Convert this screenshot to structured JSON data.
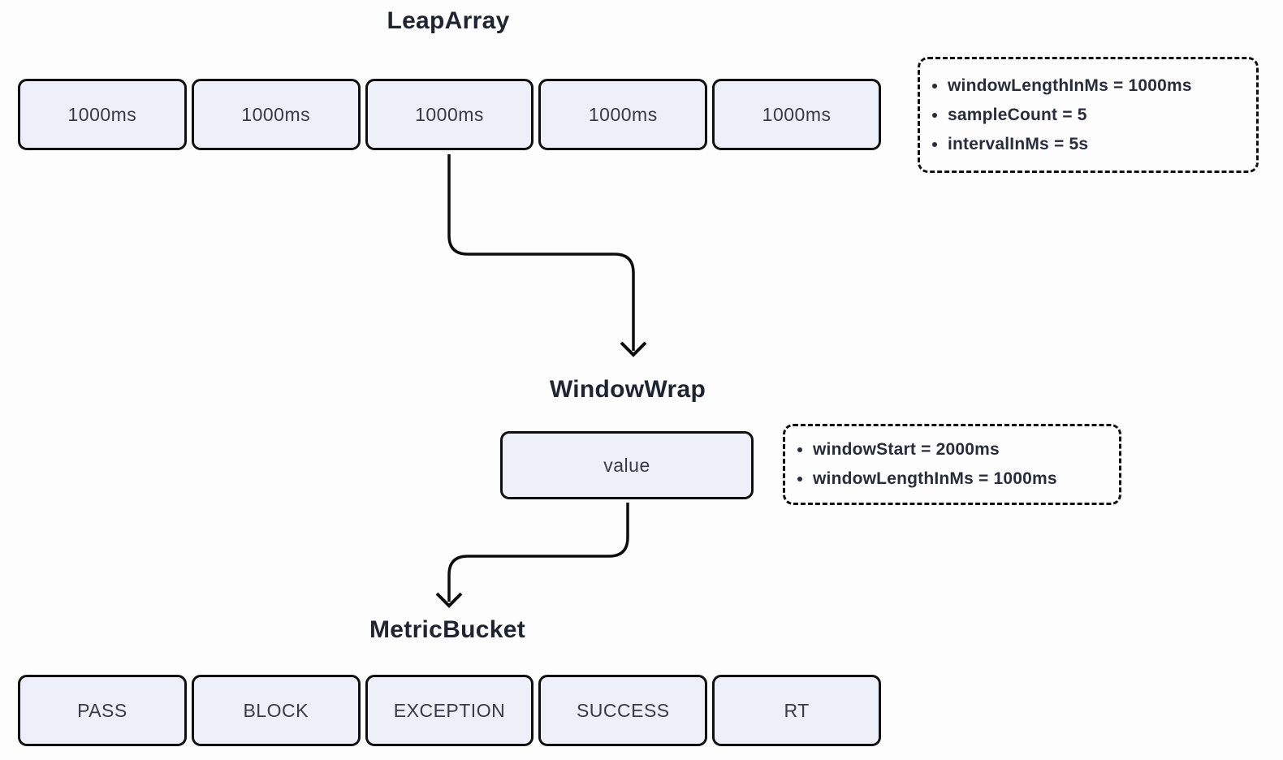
{
  "diagram": {
    "leap_array": {
      "title": "LeapArray",
      "cells": [
        "1000ms",
        "1000ms",
        "1000ms",
        "1000ms",
        "1000ms"
      ],
      "note": {
        "items": [
          "windowLengthInMs = 1000ms",
          "sampleCount = 5",
          "intervalInMs = 5s"
        ]
      }
    },
    "window_wrap": {
      "title": "WindowWrap",
      "cell": "value",
      "note": {
        "items": [
          "windowStart = 2000ms",
          "windowLengthInMs = 1000ms"
        ]
      }
    },
    "metric_bucket": {
      "title": "MetricBucket",
      "cells": [
        "PASS",
        "BLOCK",
        "EXCEPTION",
        "SUCCESS",
        "RT"
      ]
    },
    "colors": {
      "cell_fill": "#edf0f9",
      "cell_border": "#101010",
      "arrow": "#0d0d0d",
      "title_text": "#1e2430",
      "cell_text": "#363b45",
      "note_text": "#272d3a"
    }
  }
}
